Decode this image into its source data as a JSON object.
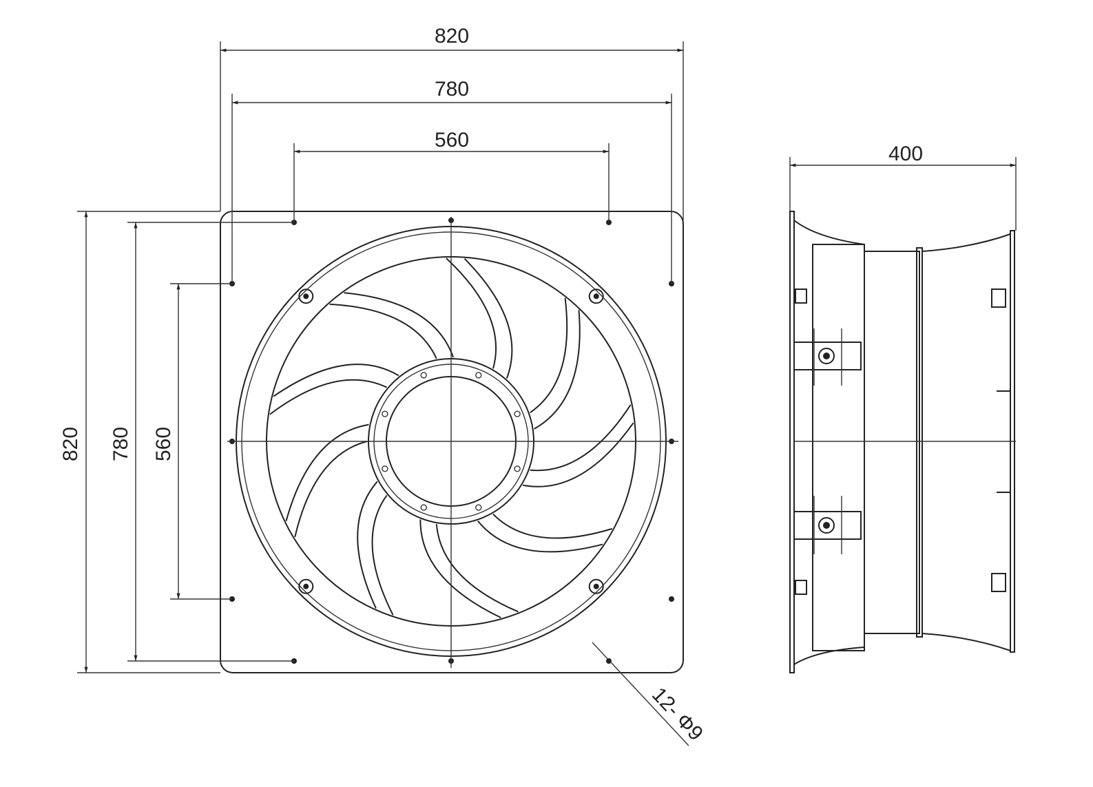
{
  "front_view": {
    "dims": {
      "width_overall": "820",
      "width_mount": "780",
      "width_inner": "560",
      "height_overall": "820",
      "height_mount": "780",
      "height_inner": "560"
    },
    "hole_note": "12- Φ9",
    "blade_count": 9
  },
  "side_view": {
    "dims": {
      "depth": "400"
    }
  }
}
